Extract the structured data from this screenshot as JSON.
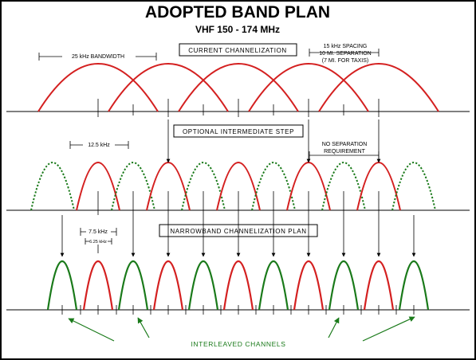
{
  "title": "ADOPTED BAND PLAN",
  "subtitle": "VHF 150 - 174 MHz",
  "colors": {
    "red": "#d42020",
    "green": "#1a7a1a",
    "border": "#000000"
  },
  "current": {
    "label": "CURRENT CHANNELIZATION",
    "bandwidth_label": "25 kHz BANDWIDTH",
    "spacing_note": [
      "15 kHz SPACING",
      "10 MI. SEPARATION",
      "(7 MI. FOR TAXIS)"
    ]
  },
  "intermediate": {
    "label": "OPTIONAL INTERMEDIATE STEP",
    "bandwidth_label": "12.5 kHz",
    "separation_note": [
      "NO SEPARATION",
      "REQUIREMENT"
    ]
  },
  "narrowband": {
    "label": "NARROWBAND CHANNELIZATION PLAN",
    "bandwidth_label": "7.5 kHz",
    "sub_label": "6.25 kHz"
  },
  "footer": {
    "label": "INTERLEAVED CHANNELS"
  }
}
